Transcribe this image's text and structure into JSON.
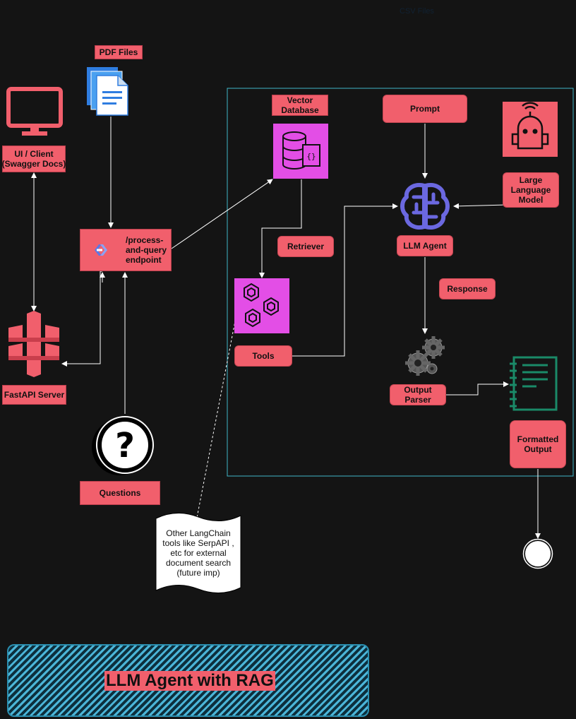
{
  "diagram": {
    "title": "LLM Agent with RAG",
    "faint_label": "CSV Files",
    "nodes": {
      "pdf_files": "PDF Files",
      "ui_client": "UI / Client\n(Swagger Docs)",
      "endpoint": "/process-\nand-query\nendpoint",
      "fastapi": "FastAPI Server",
      "questions": "Questions",
      "vector_db": "Vector\nDatabase",
      "retriever": "Retriever",
      "tools": "Tools",
      "prompt": "Prompt",
      "llm": "Large\nLanguage\nModel",
      "llm_agent": "LLM Agent",
      "response": "Response",
      "output_parser": "Output Parser",
      "formatted_output": "Formatted\nOutput"
    },
    "note": "Other LangChain tools like SerpAPI , etc for external document search (future imp)"
  },
  "colors": {
    "label_fill": "#f15f6c",
    "container_border": "#3fb6c8",
    "magenta": "#e34ee6",
    "brain": "#6b68e0",
    "parser_green": "#1a8a68"
  }
}
